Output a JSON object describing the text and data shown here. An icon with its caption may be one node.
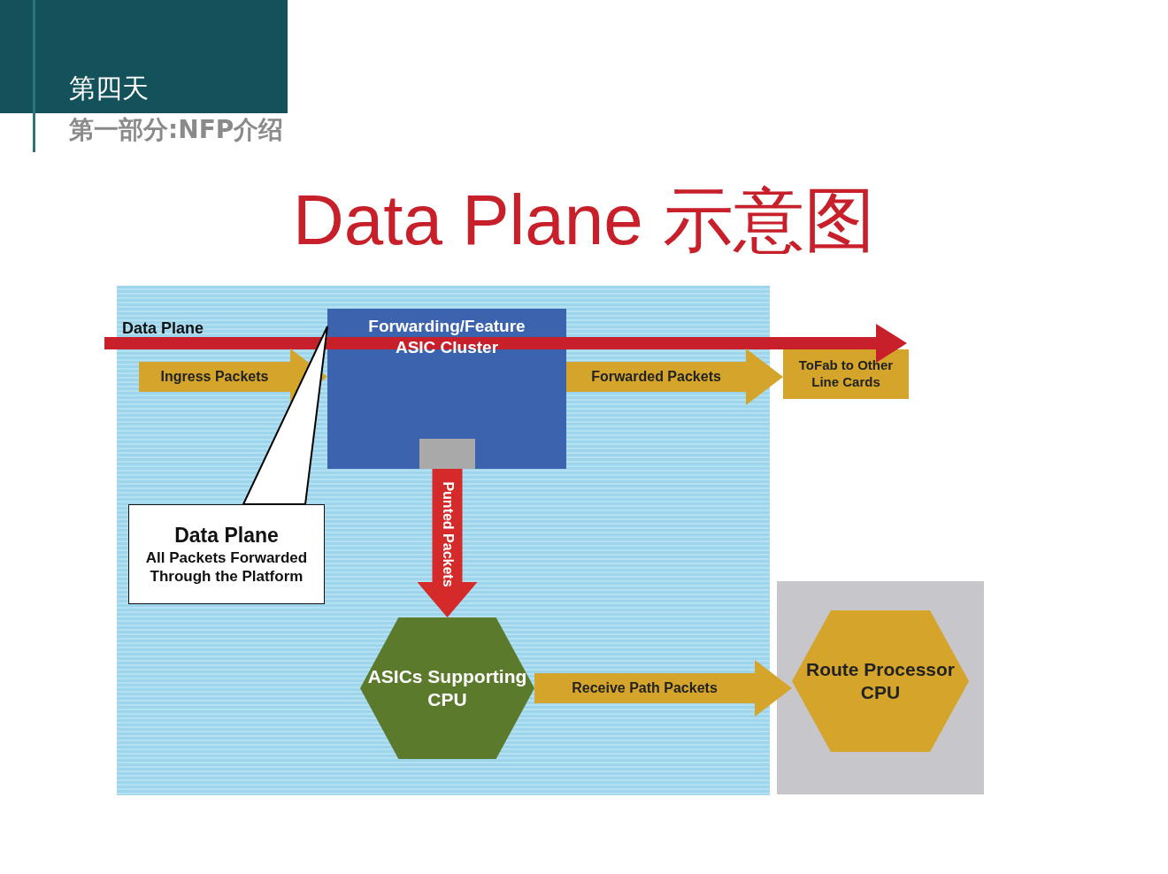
{
  "diagram": {
    "title": "Data Plane 示意图",
    "nodes": [
      {
        "text": [],
        "shape": "box"
      },
      {
        "text": [
          "Forwarding/Feature ASIC Cluster"
        ],
        "in": 0
      },
      {
        "text": [],
        "shape": "box",
        "in": 1
      },
      {
        "text": [
          "ASICs Supporting CPU"
        ],
        "in": 0
      },
      {
        "text": [
          "Data Plane",
          "All Packets Forwarded Through the Platform"
        ],
        "in": 0
      },
      {
        "text": [
          "ToFab to Other Line Cards"
        ]
      },
      {
        "text": [],
        "shape": "box"
      },
      {
        "text": [
          "Route Processor CPU"
        ],
        "in": 6
      }
    ],
    "edges": [
      {
        "from": null,
        "to": 1,
        "arrow": "to",
        "label": "Ingress Packets",
        "style": "thick"
      },
      {
        "from": 1,
        "to": 5,
        "arrow": "to",
        "label": "Forwarded Packets",
        "style": "thick"
      },
      {
        "from": 4,
        "to": 1,
        "arrow": "none",
        "color": "#000000"
      },
      {
        "from": 2,
        "to": 3,
        "arrow": "to",
        "label": "Punted Packets",
        "style": "thick",
        "color": "#d42a2a"
      },
      {
        "from": 3,
        "to": 7,
        "arrow": "to",
        "label": "Receive Path Packets",
        "style": "thick"
      }
    ],
    "labels": [
      "第四天",
      "第一部分:NFP介绍",
      "Data Plane"
    ]
  }
}
